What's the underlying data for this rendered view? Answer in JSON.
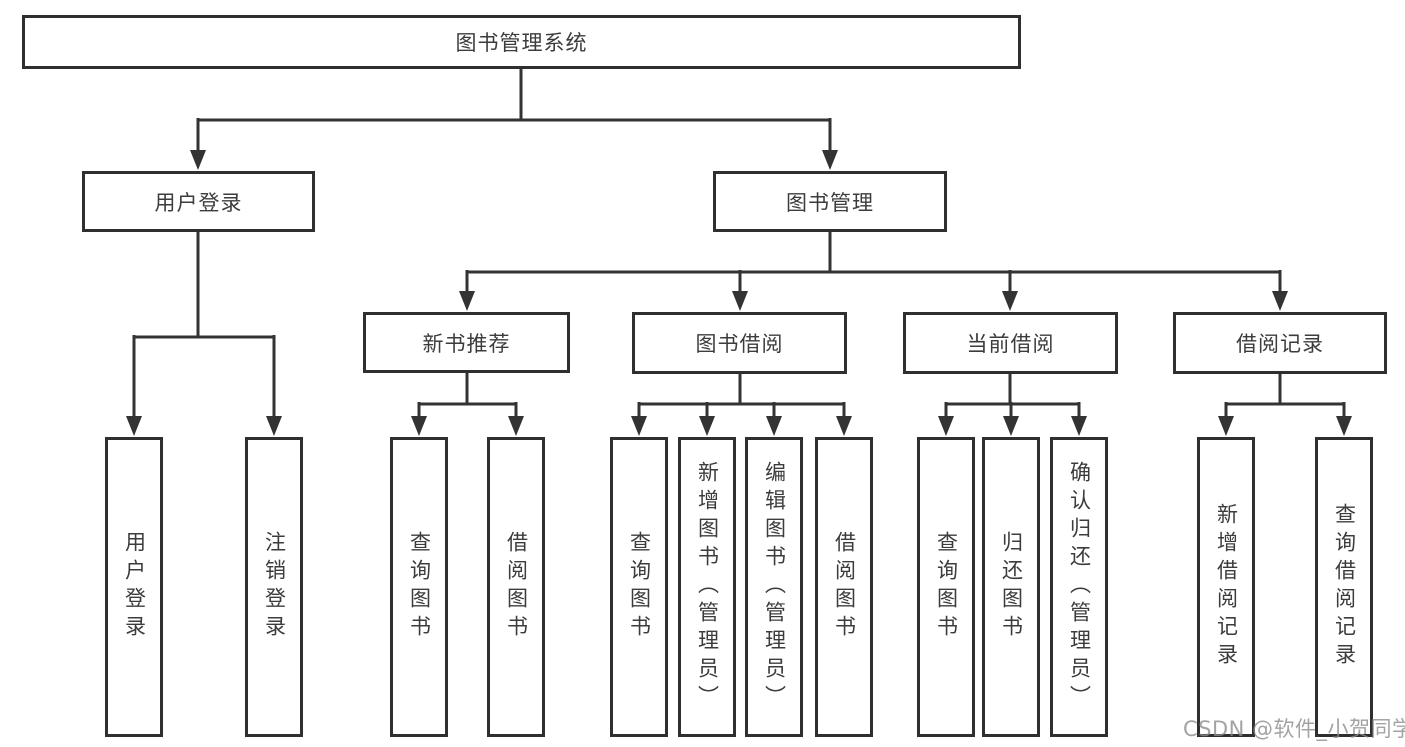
{
  "diagram_title": "图书管理系统",
  "watermark": "CSDN @软件_小贺同学",
  "colors": {
    "line": "#333333",
    "box_border": "#2f2f2f",
    "text": "#3c3c3c",
    "watermark": "#8c8c8c",
    "background": "#ffffff"
  },
  "tree": {
    "root": "图书管理系统",
    "branches": [
      {
        "label": "用户登录",
        "children": [
          {
            "label": "用户登录"
          },
          {
            "label": "注销登录"
          }
        ]
      },
      {
        "label": "图书管理",
        "children": [
          {
            "label": "新书推荐",
            "children": [
              {
                "label": "查询图书"
              },
              {
                "label": "借阅图书"
              }
            ]
          },
          {
            "label": "图书借阅",
            "children": [
              {
                "label": "查询图书"
              },
              {
                "label": "新增图书（管理员）"
              },
              {
                "label": "编辑图书（管理员）"
              },
              {
                "label": "借阅图书"
              }
            ]
          },
          {
            "label": "当前借阅",
            "children": [
              {
                "label": "查询图书"
              },
              {
                "label": "归还图书"
              },
              {
                "label": "确认归还（管理员）"
              }
            ]
          },
          {
            "label": "借阅记录",
            "children": [
              {
                "label": "新增借阅记录"
              },
              {
                "label": "查询借阅记录"
              }
            ]
          }
        ]
      }
    ]
  }
}
